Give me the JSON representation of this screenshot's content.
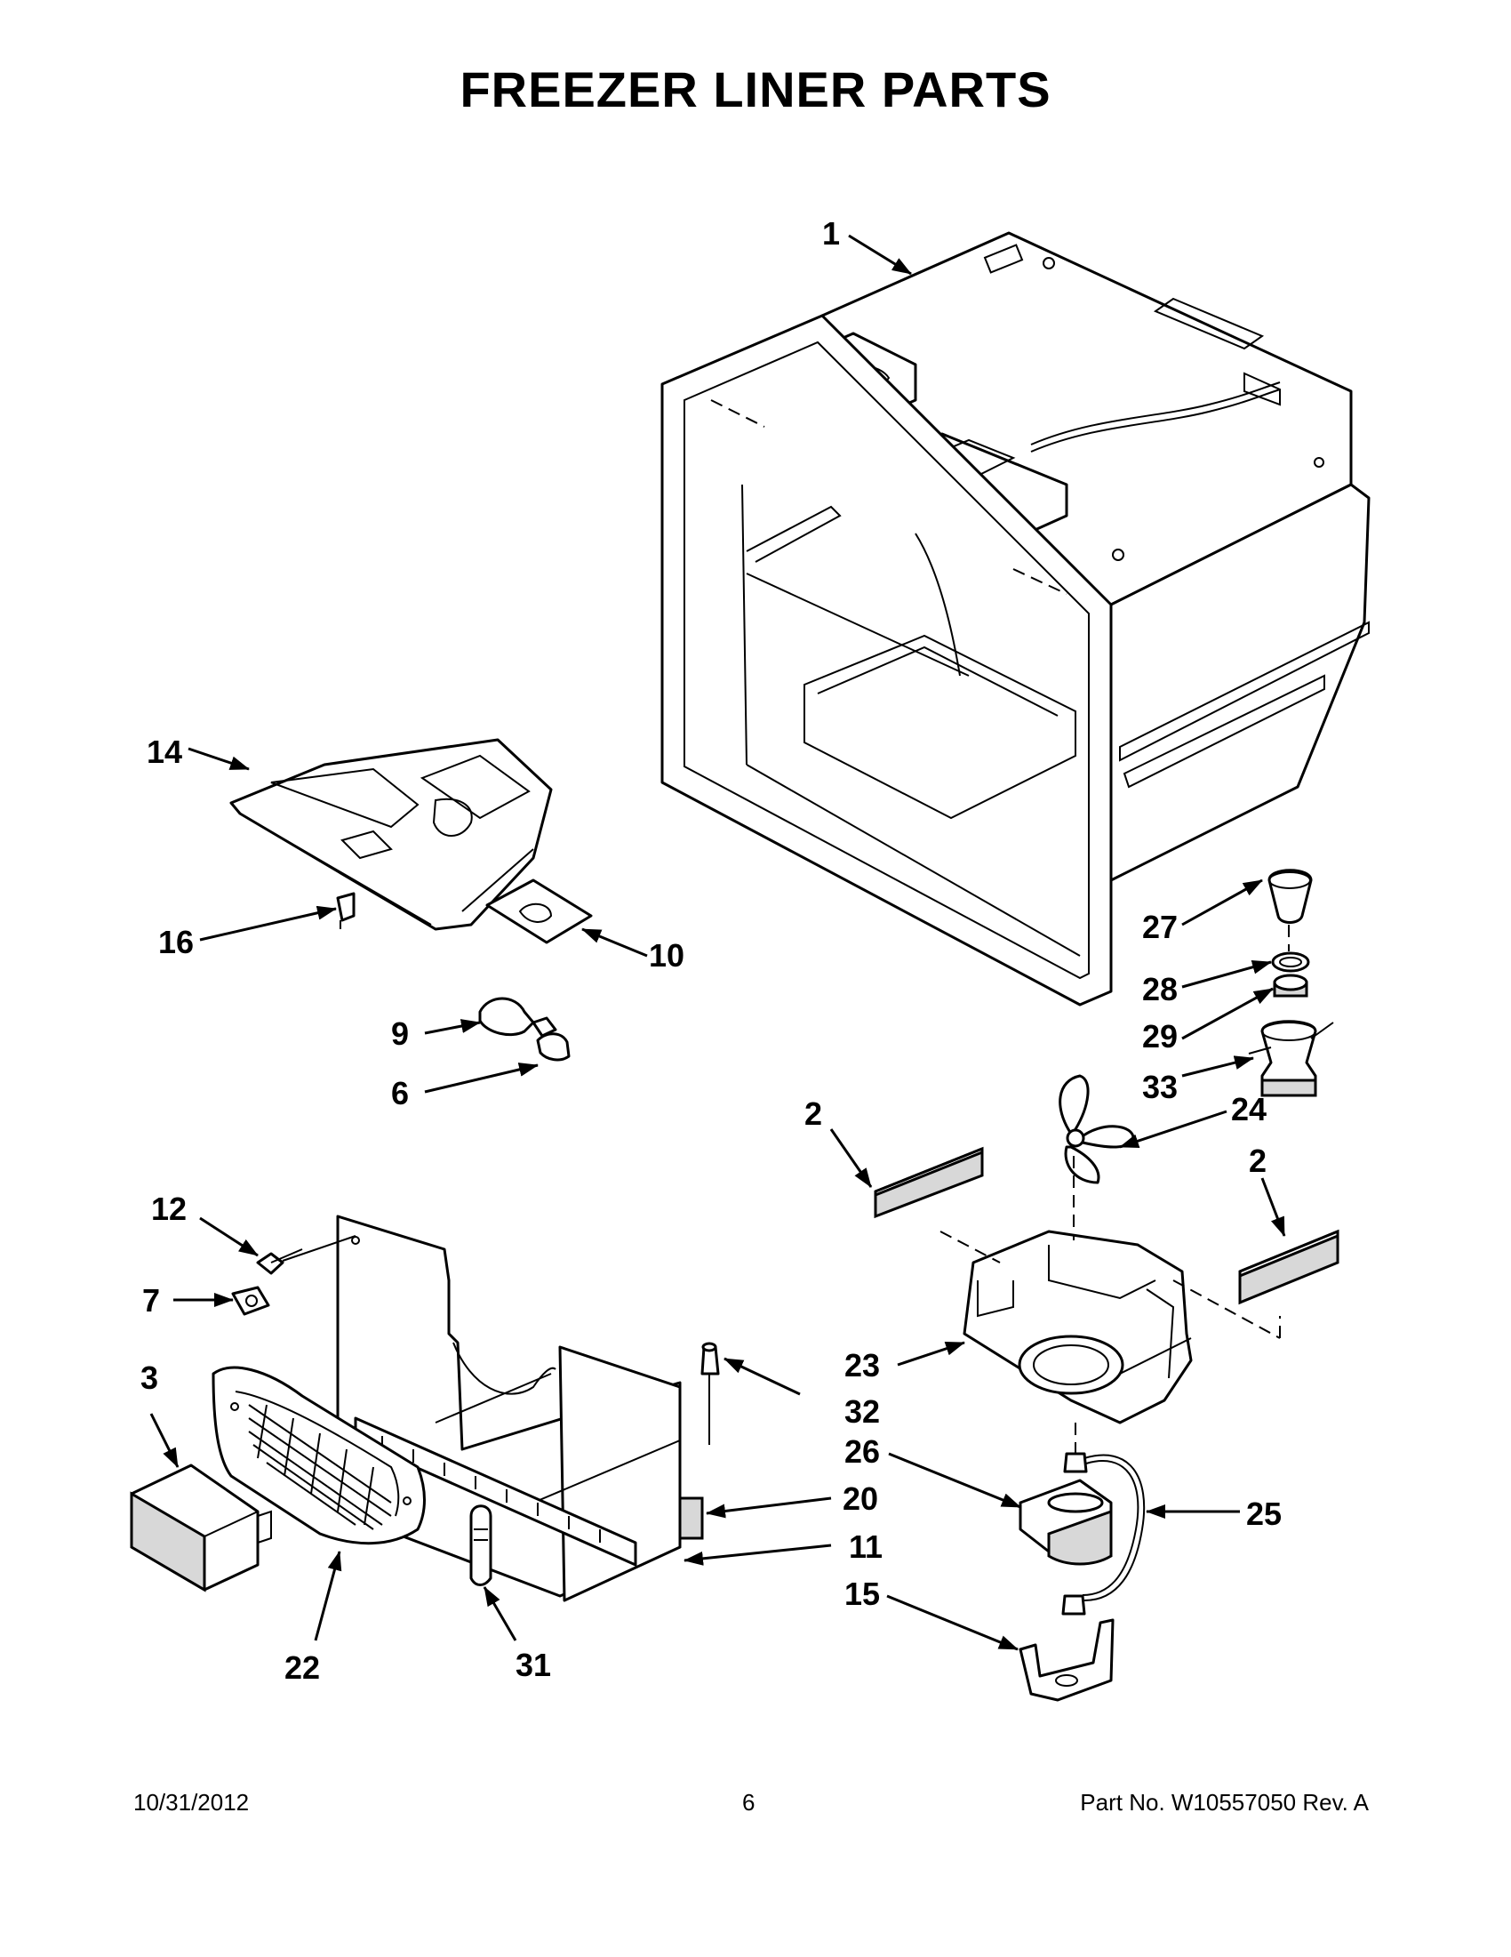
{
  "title": "FREEZER LINER PARTS",
  "footer": {
    "date": "10/31/2012",
    "page": "6",
    "part_number": "Part No.  W10557050  Rev.  A"
  },
  "callouts": {
    "c1": "1",
    "c14": "14",
    "c16": "16",
    "c10": "10",
    "c9": "9",
    "c6": "6",
    "c27": "27",
    "c28": "28",
    "c29": "29",
    "c33": "33",
    "c2a": "2",
    "c24": "24",
    "c2b": "2",
    "c12": "12",
    "c7": "7",
    "c3": "3",
    "c23": "23",
    "c32": "32",
    "c26": "26",
    "c20": "20",
    "c25": "25",
    "c11": "11",
    "c15": "15",
    "c22": "22",
    "c31": "31"
  }
}
